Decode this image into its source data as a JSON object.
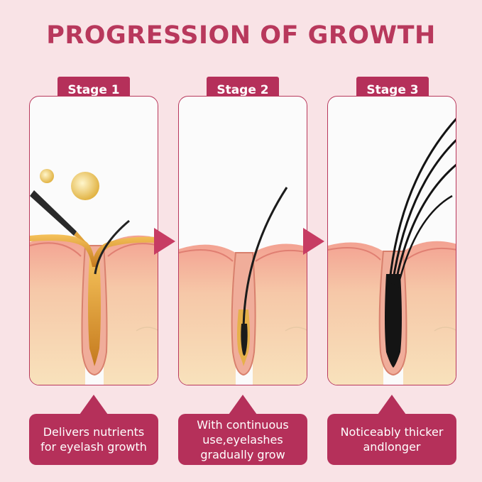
{
  "title": "PROGRESSION OF GROWTH",
  "stages": [
    {
      "label": "Stage 1",
      "caption_line1": "Delivers nutrients",
      "caption_line2": "for eyelash growth",
      "caption_line3": ""
    },
    {
      "label": "Stage 2",
      "caption_line1": "With continuous",
      "caption_line2": "use,eyelashes",
      "caption_line3": "gradually grow"
    },
    {
      "label": "Stage 3",
      "caption_line1": "Noticeably thicker",
      "caption_line2": "andlonger",
      "caption_line3": ""
    }
  ],
  "colors": {
    "accent": "#b5305a",
    "title": "#b8385c",
    "background": "#f9e3e6",
    "skin_top": "#f3a292",
    "skin_bottom": "#f8dfb8",
    "serum": "#e0a23a"
  },
  "icons": [
    "serum-dropper-icon",
    "serum-droplet-icon",
    "eyelash-icon",
    "follicle-icon",
    "next-arrow-icon"
  ]
}
